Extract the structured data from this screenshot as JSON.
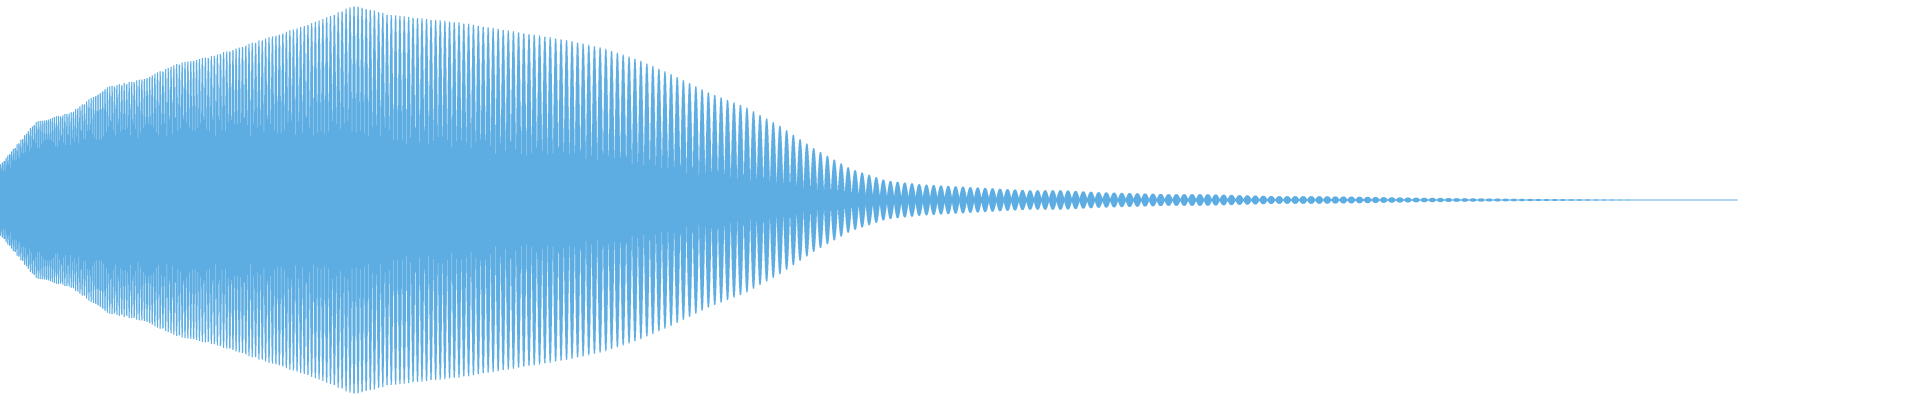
{
  "waveform": {
    "color": "#5DADE2",
    "background": "#FFFFFF",
    "envelope": [
      0.18,
      0.4,
      0.45,
      0.58,
      0.62,
      0.7,
      0.74,
      0.8,
      0.86,
      0.92,
      1.0,
      0.95,
      0.93,
      0.91,
      0.88,
      0.85,
      0.82,
      0.78,
      0.72,
      0.64,
      0.55,
      0.48,
      0.38,
      0.26,
      0.16,
      0.1,
      0.08,
      0.07,
      0.06,
      0.05,
      0.05,
      0.04,
      0.035,
      0.03,
      0.03,
      0.025,
      0.02,
      0.02,
      0.018,
      0.015,
      0.012,
      0.01,
      0.008,
      0.006,
      0.005,
      0.004,
      0.003,
      0.002,
      0.001,
      0.0
    ],
    "end_fraction": 0.905
  }
}
